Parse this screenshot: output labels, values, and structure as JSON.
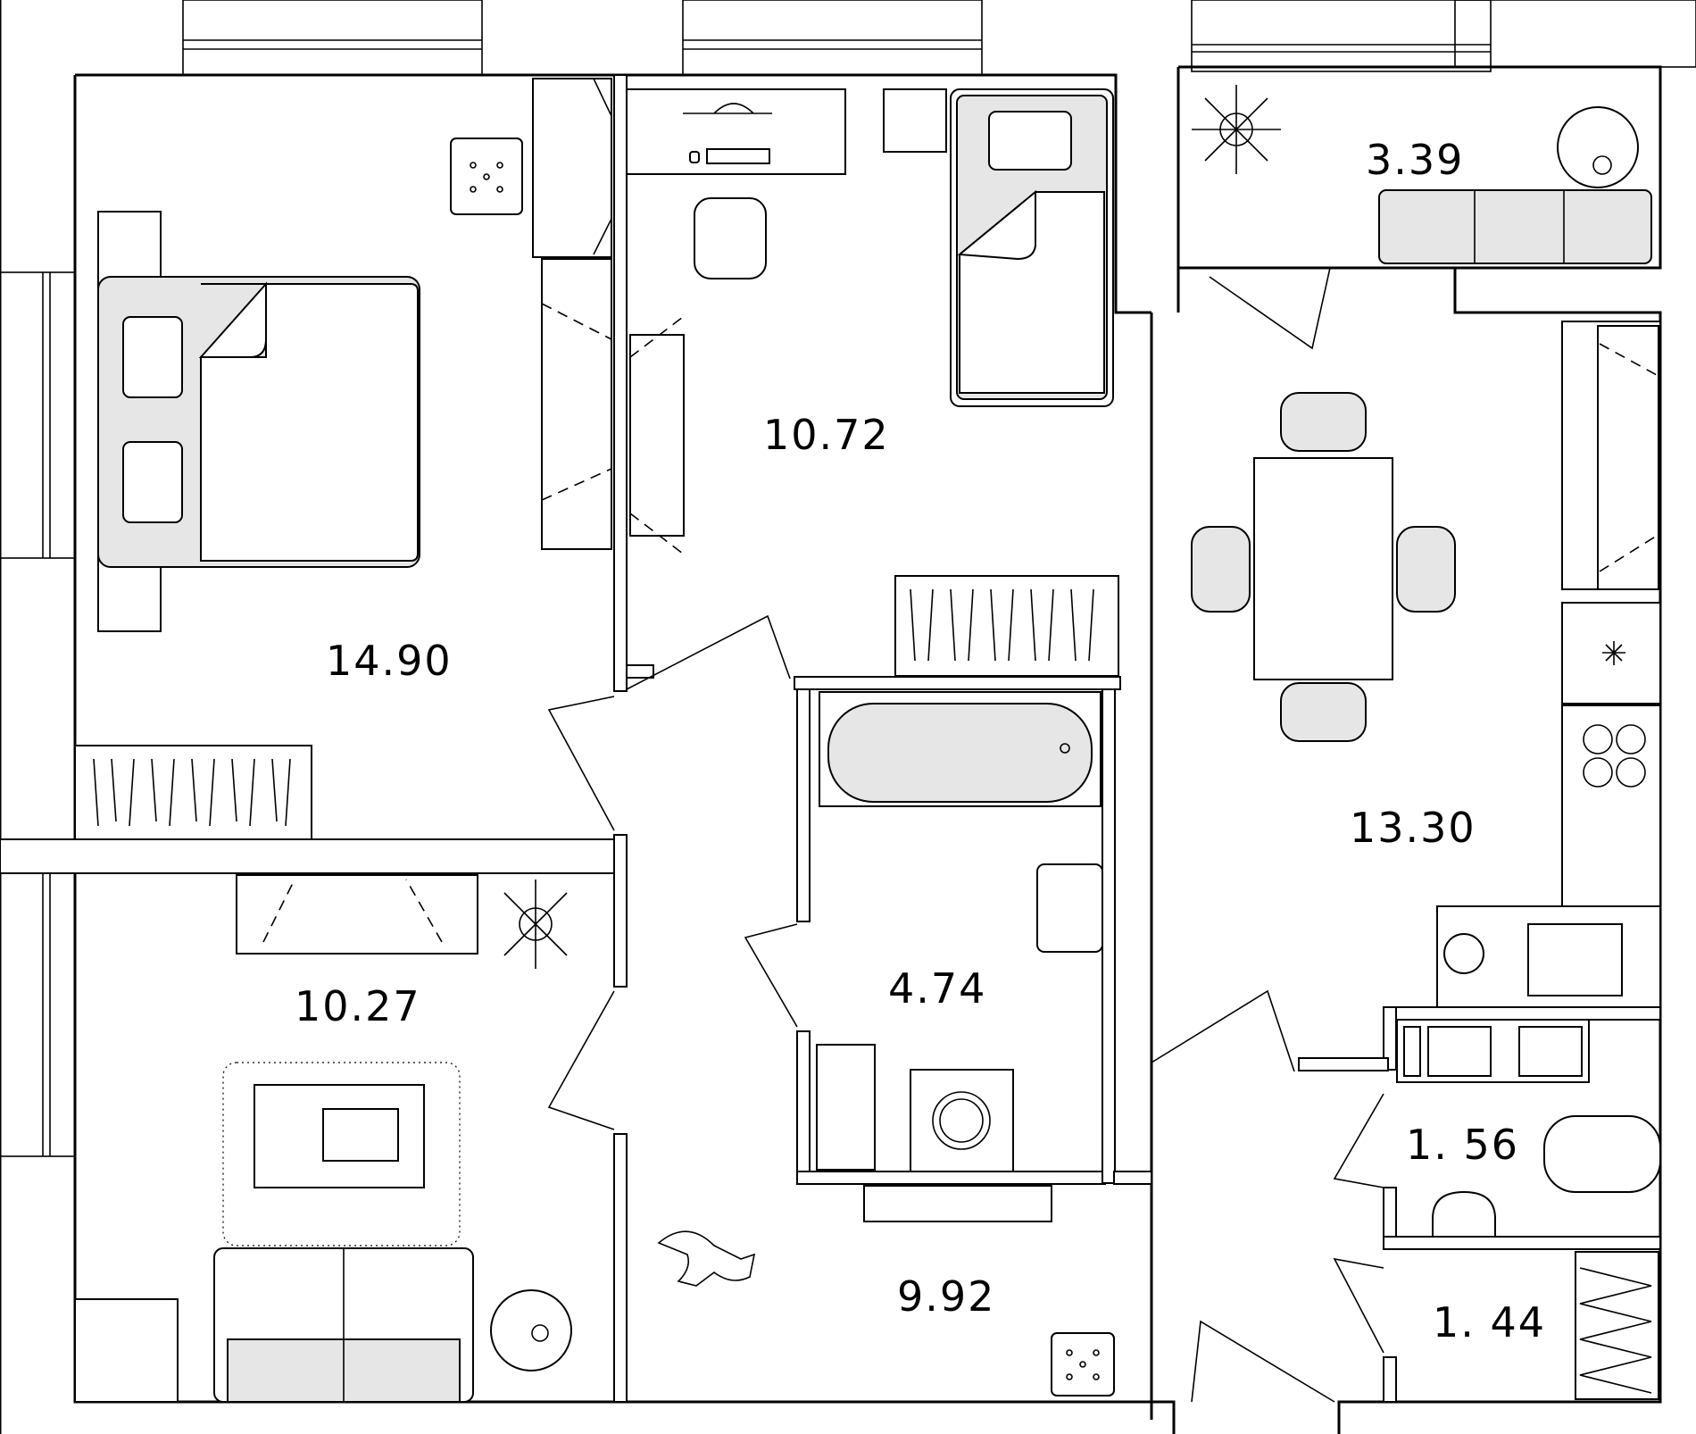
{
  "plan": {
    "rooms": [
      {
        "id": "bedroom",
        "area": "14.90"
      },
      {
        "id": "children-room",
        "area": "10.72"
      },
      {
        "id": "balcony",
        "area": "3.39"
      },
      {
        "id": "kitchen-living",
        "area": "13.30"
      },
      {
        "id": "living-room",
        "area": "10.27"
      },
      {
        "id": "bathroom",
        "area": "4.74"
      },
      {
        "id": "toilet",
        "area": "1. 56"
      },
      {
        "id": "storage",
        "area": "1. 44"
      },
      {
        "id": "hallway",
        "area": "9.92"
      }
    ]
  }
}
